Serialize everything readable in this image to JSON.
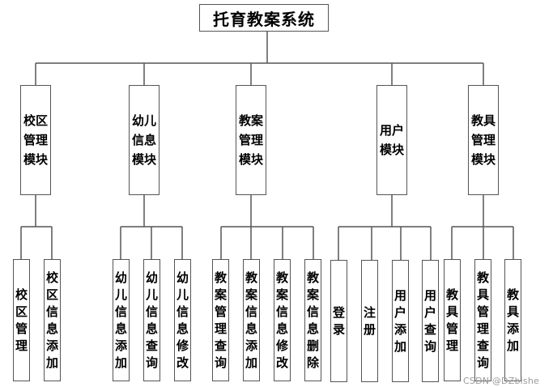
{
  "title": "托育教案系统",
  "modules": [
    {
      "label": "校区管理模块",
      "children": [
        "校区管理",
        "校区信息添加"
      ]
    },
    {
      "label": "幼儿信息模块",
      "children": [
        "幼儿信息添加",
        "幼儿信息查询",
        "幼儿信息修改"
      ]
    },
    {
      "label": "教案管理模块",
      "children": [
        "教案管理查询",
        "教案信息添加",
        "教案信息修改",
        "教案信息删除"
      ]
    },
    {
      "label": "用户模块",
      "children": [
        "登录",
        "注册",
        "用户添加",
        "用户查询"
      ]
    },
    {
      "label": "教具管理模块",
      "children": [
        "教具管理",
        "教具管理查询",
        "教具添加"
      ]
    }
  ],
  "watermark": "CSDN @DZbishe",
  "colors": {
    "line": "#555555",
    "border": "#555555",
    "text": "#000000"
  }
}
